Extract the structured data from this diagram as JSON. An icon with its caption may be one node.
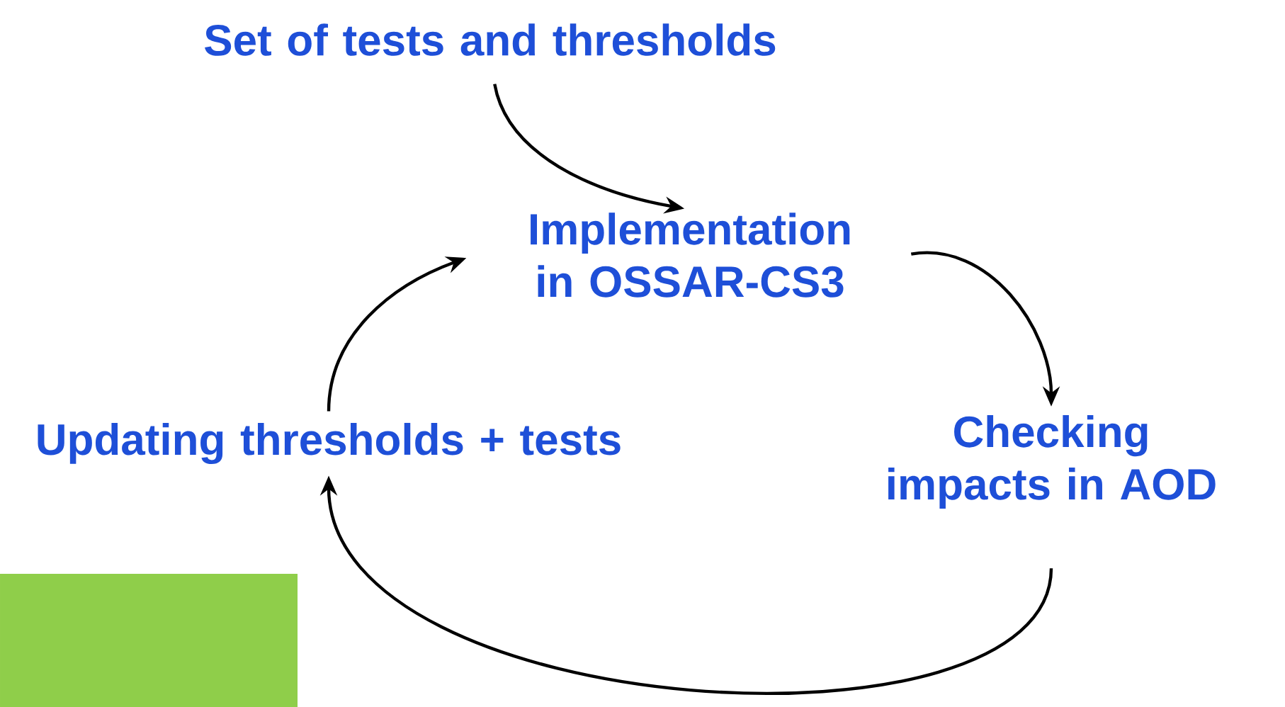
{
  "diagram": {
    "nodes": [
      {
        "text": [
          "Set of tests and thresholds"
        ]
      },
      {
        "text": [
          "Implementation in OSSAR-CS3"
        ]
      },
      {
        "text": [
          "Checking impacts in AOD"
        ]
      },
      {
        "text": [
          "Updating thresholds + tests"
        ]
      }
    ],
    "edges": [
      {
        "from": 0,
        "to": 1,
        "arrow": "to"
      },
      {
        "from": 1,
        "to": 2,
        "arrow": "to"
      },
      {
        "from": 2,
        "to": 3,
        "arrow": "to"
      },
      {
        "from": 3,
        "to": 1,
        "arrow": "to"
      }
    ]
  }
}
